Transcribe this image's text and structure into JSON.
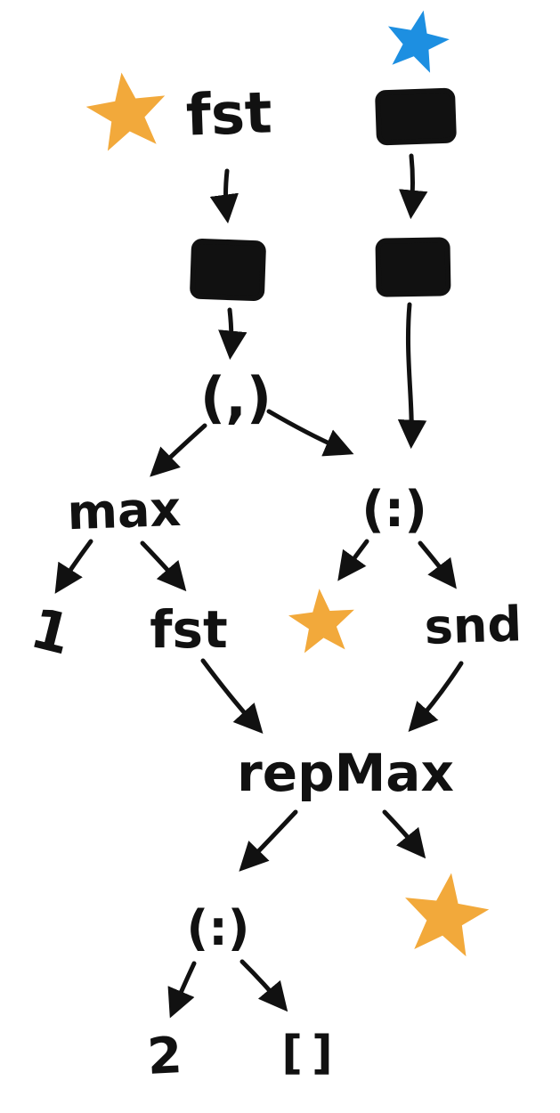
{
  "diagram": {
    "description": "Hand-drawn lazy evaluation graph of repMax with thunks and stars",
    "colors": {
      "star_orange": "#F2A93B",
      "star_blue": "#1D8FE1",
      "ink": "#111111",
      "background": "#ffffff"
    },
    "nodes": {
      "fst_top": "fst",
      "tuple": "(,)",
      "max": "max",
      "one": "1",
      "fst_mid": "fst",
      "cons_right": "(:)",
      "snd": "snd",
      "repmax": "repMax",
      "cons_bottom": "(:)",
      "two": "2",
      "nil": "[]"
    },
    "icons": {
      "stars": [
        "orange-star-top-left",
        "blue-star-top-right",
        "orange-star-middle",
        "orange-star-bottom-right"
      ],
      "thunks": [
        "thunk-box-top-right",
        "thunk-box-left",
        "thunk-box-right"
      ]
    },
    "edges": [
      {
        "from": "fst_top",
        "to": "thunk-box-left"
      },
      {
        "from": "thunk-box-top-right",
        "to": "thunk-box-right"
      },
      {
        "from": "thunk-box-left",
        "to": "tuple"
      },
      {
        "from": "thunk-box-right",
        "to": "cons_right"
      },
      {
        "from": "tuple",
        "to": "max"
      },
      {
        "from": "tuple",
        "to": "cons_right"
      },
      {
        "from": "max",
        "to": "one"
      },
      {
        "from": "max",
        "to": "fst_mid"
      },
      {
        "from": "cons_right",
        "to": "orange-star-middle"
      },
      {
        "from": "cons_right",
        "to": "snd"
      },
      {
        "from": "fst_mid",
        "to": "repmax"
      },
      {
        "from": "snd",
        "to": "repmax"
      },
      {
        "from": "repmax",
        "to": "cons_bottom"
      },
      {
        "from": "repmax",
        "to": "orange-star-bottom-right"
      },
      {
        "from": "cons_bottom",
        "to": "two"
      },
      {
        "from": "cons_bottom",
        "to": "nil"
      }
    ]
  }
}
